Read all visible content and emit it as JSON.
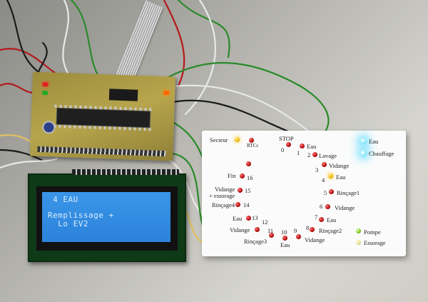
{
  "lcd": {
    "line1": " 4 EAU",
    "line2": "Remplissage +",
    "line3": "  Lo EV2"
  },
  "panel": {
    "secteur": "Secteur",
    "rtcs": "RTCs",
    "stop": "STOP",
    "eau_top": "Eau",
    "chauffage": "Chauffage",
    "n0": "0",
    "eau1": "Eau",
    "n1": "1",
    "n2": "2",
    "lavage": "Lavage",
    "n3": "3",
    "vidange3": "Vidange",
    "n4": "4",
    "eau4": "Eau",
    "fin": "Fin",
    "n16": "16",
    "vidange_essorage_1": "Vidange",
    "vidange_essorage_2": "+ essorage",
    "n15": "15",
    "n5": "5",
    "rincage1": "Rinçage1",
    "rincage4": "Rinçage4",
    "n14": "14",
    "n6": "6",
    "vidange6": "Vidange",
    "eau13": "Eau",
    "n13": "13",
    "n7": "7",
    "eau7": "Eau",
    "n12": "12",
    "vidange12": "Vidange",
    "n8": "8",
    "rincage2": "Rinçage2",
    "pompe": "Pompe",
    "n11": "11",
    "n10": "10",
    "n9": "9",
    "rincage3": "Rinçage3",
    "eau10": "Eau",
    "vidange9": "Vidange",
    "essorage": "Essorage"
  },
  "colors": {
    "lcd_backlight": "#2b83da",
    "lcd_text": "#d9ecff",
    "led_red": "#b11111",
    "led_yellow": "#f3b400",
    "led_blue": "#38c9ff",
    "led_green": "#7dc61e",
    "pcb": "#b7a54c",
    "panel": "#fbfbfb"
  }
}
